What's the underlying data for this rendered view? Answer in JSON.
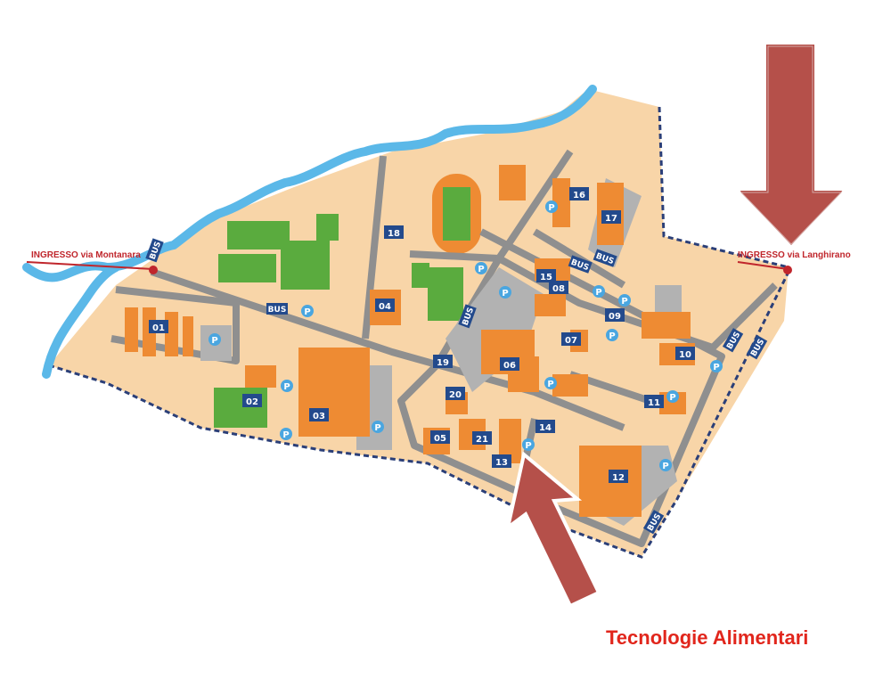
{
  "map": {
    "entrances": [
      {
        "id": "west",
        "label": "INGRESSO via Montanara"
      },
      {
        "id": "east",
        "label": "INGRESSO via Langhirano"
      }
    ],
    "buildings": [
      "01",
      "02",
      "03",
      "04",
      "05",
      "06",
      "07",
      "08",
      "09",
      "10",
      "11",
      "12",
      "13",
      "14",
      "15",
      "16",
      "17",
      "18",
      "19",
      "20",
      "21"
    ],
    "bus_label": "BUS",
    "parking_label": "P",
    "colors": {
      "campus": "#f8d5a8",
      "building": "#ee8b33",
      "road": "#8f8f8f",
      "river": "#5bb8e8",
      "field": "#5aab3e",
      "label_bg": "#234a8c",
      "parking_bg": "#4aa6e0",
      "arrow": "#b5504a",
      "entrance": "#c0262c"
    }
  },
  "caption": "Tecnologie Alimentari"
}
